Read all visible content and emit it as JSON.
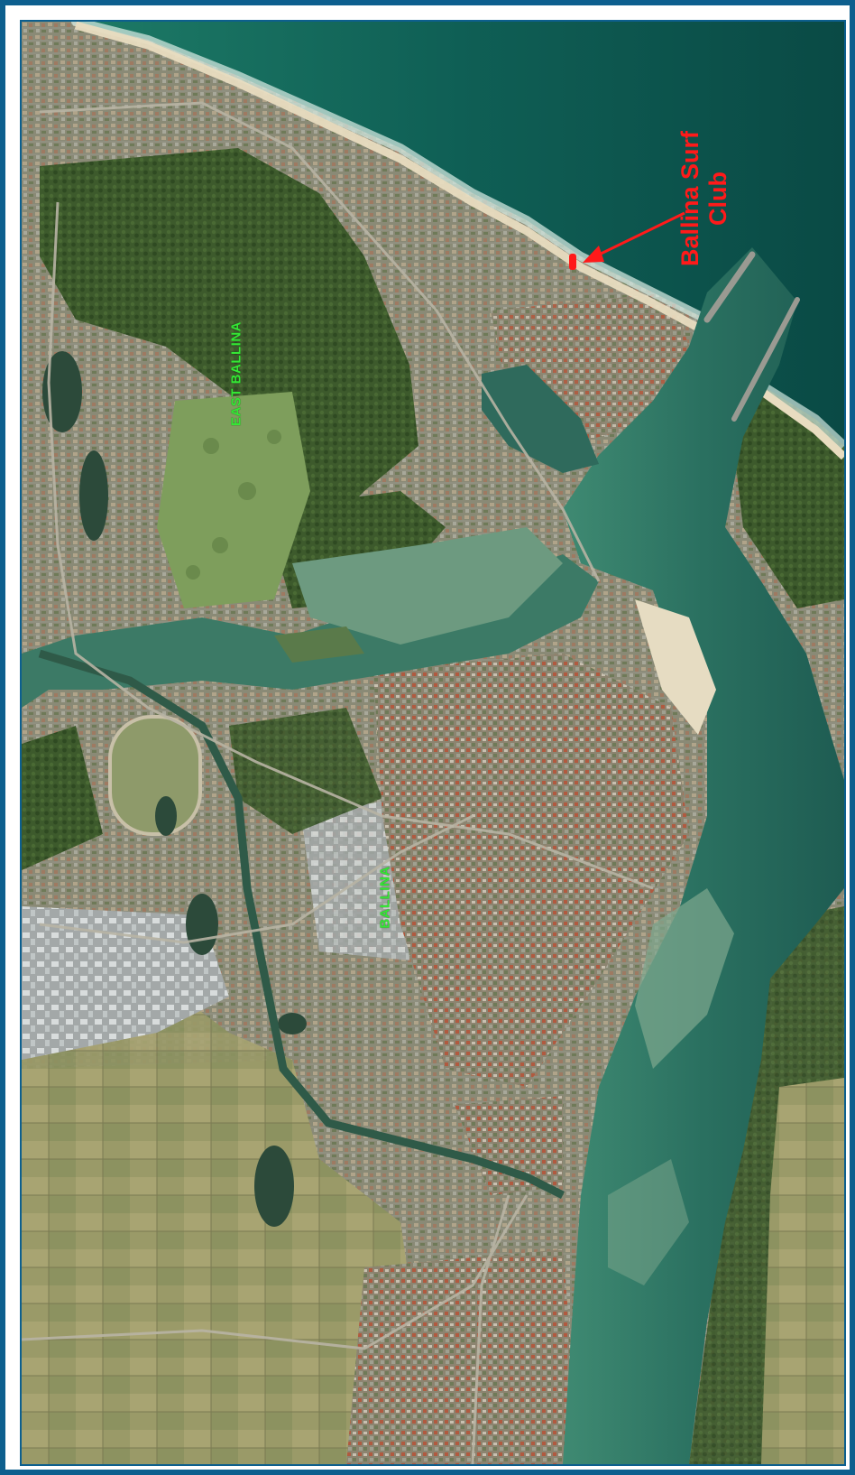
{
  "map": {
    "callout": {
      "line1": "Ballina Surf",
      "line2": "Club",
      "color": "#ff1a1a"
    },
    "place_labels": {
      "east_ballina": "EAST BALLINA",
      "ballina": "BALLINA",
      "color": "#35e635"
    },
    "frame_color": "#0d5f8e",
    "imagery": "aerial-photo",
    "features": [
      "ocean",
      "beach",
      "river-mouth",
      "breakwall",
      "estuary",
      "racecourse",
      "golf-course",
      "town-streets",
      "farmland"
    ]
  }
}
